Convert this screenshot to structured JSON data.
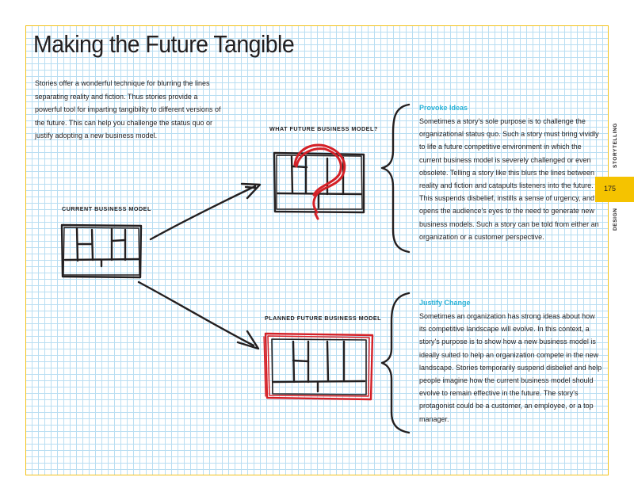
{
  "title": "Making the Future Tangible",
  "intro": "Stories offer a wonderful technique for blurring the lines separating reality and fiction. Thus stories provide a powerful tool for imparting tangibility to different versions of the future. This can help you challenge the status quo or justify adopting a new business model.",
  "labels": {
    "current": "CURRENT BUSINESS MODEL",
    "what_future": "WHAT FUTURE BUSINESS MODEL?",
    "planned": "PLANNED FUTURE BUSINESS MODEL"
  },
  "sections": [
    {
      "heading": "Provoke Ideas",
      "body": "Sometimes a story's sole purpose is to challenge the organizational status quo. Such a story must bring vividly to life a future competitive environment in which the current business model is severely challenged or even obsolete. Telling a story like this blurs the lines between reality and fiction and catapults listeners into the future. This suspends disbelief, instills a sense of urgency, and opens the audience's eyes to the need to generate new business models. Such a story can be told from either an organization or a customer perspective."
    },
    {
      "heading": "Justify Change",
      "body": "Sometimes an organization has strong ideas about how its competitive landscape will evolve. In this context, a story's purpose is to show how a new business model is ideally suited to help an organization compete in the new landscape. Stories temporarily suspend disbelief and help people imagine how the current business model should evolve to remain effective in the future. The story's protagonist could be a customer, an employee, or a top manager."
    }
  ],
  "page_number": "175",
  "side_tabs": [
    "STORYTELLING",
    "DESIGN"
  ],
  "colors": {
    "grid": "#b9def2",
    "page_border": "#f2c21a",
    "accent_heading": "#2bb3d8",
    "tab": "#f5c300",
    "red_sketch": "#d42027"
  }
}
